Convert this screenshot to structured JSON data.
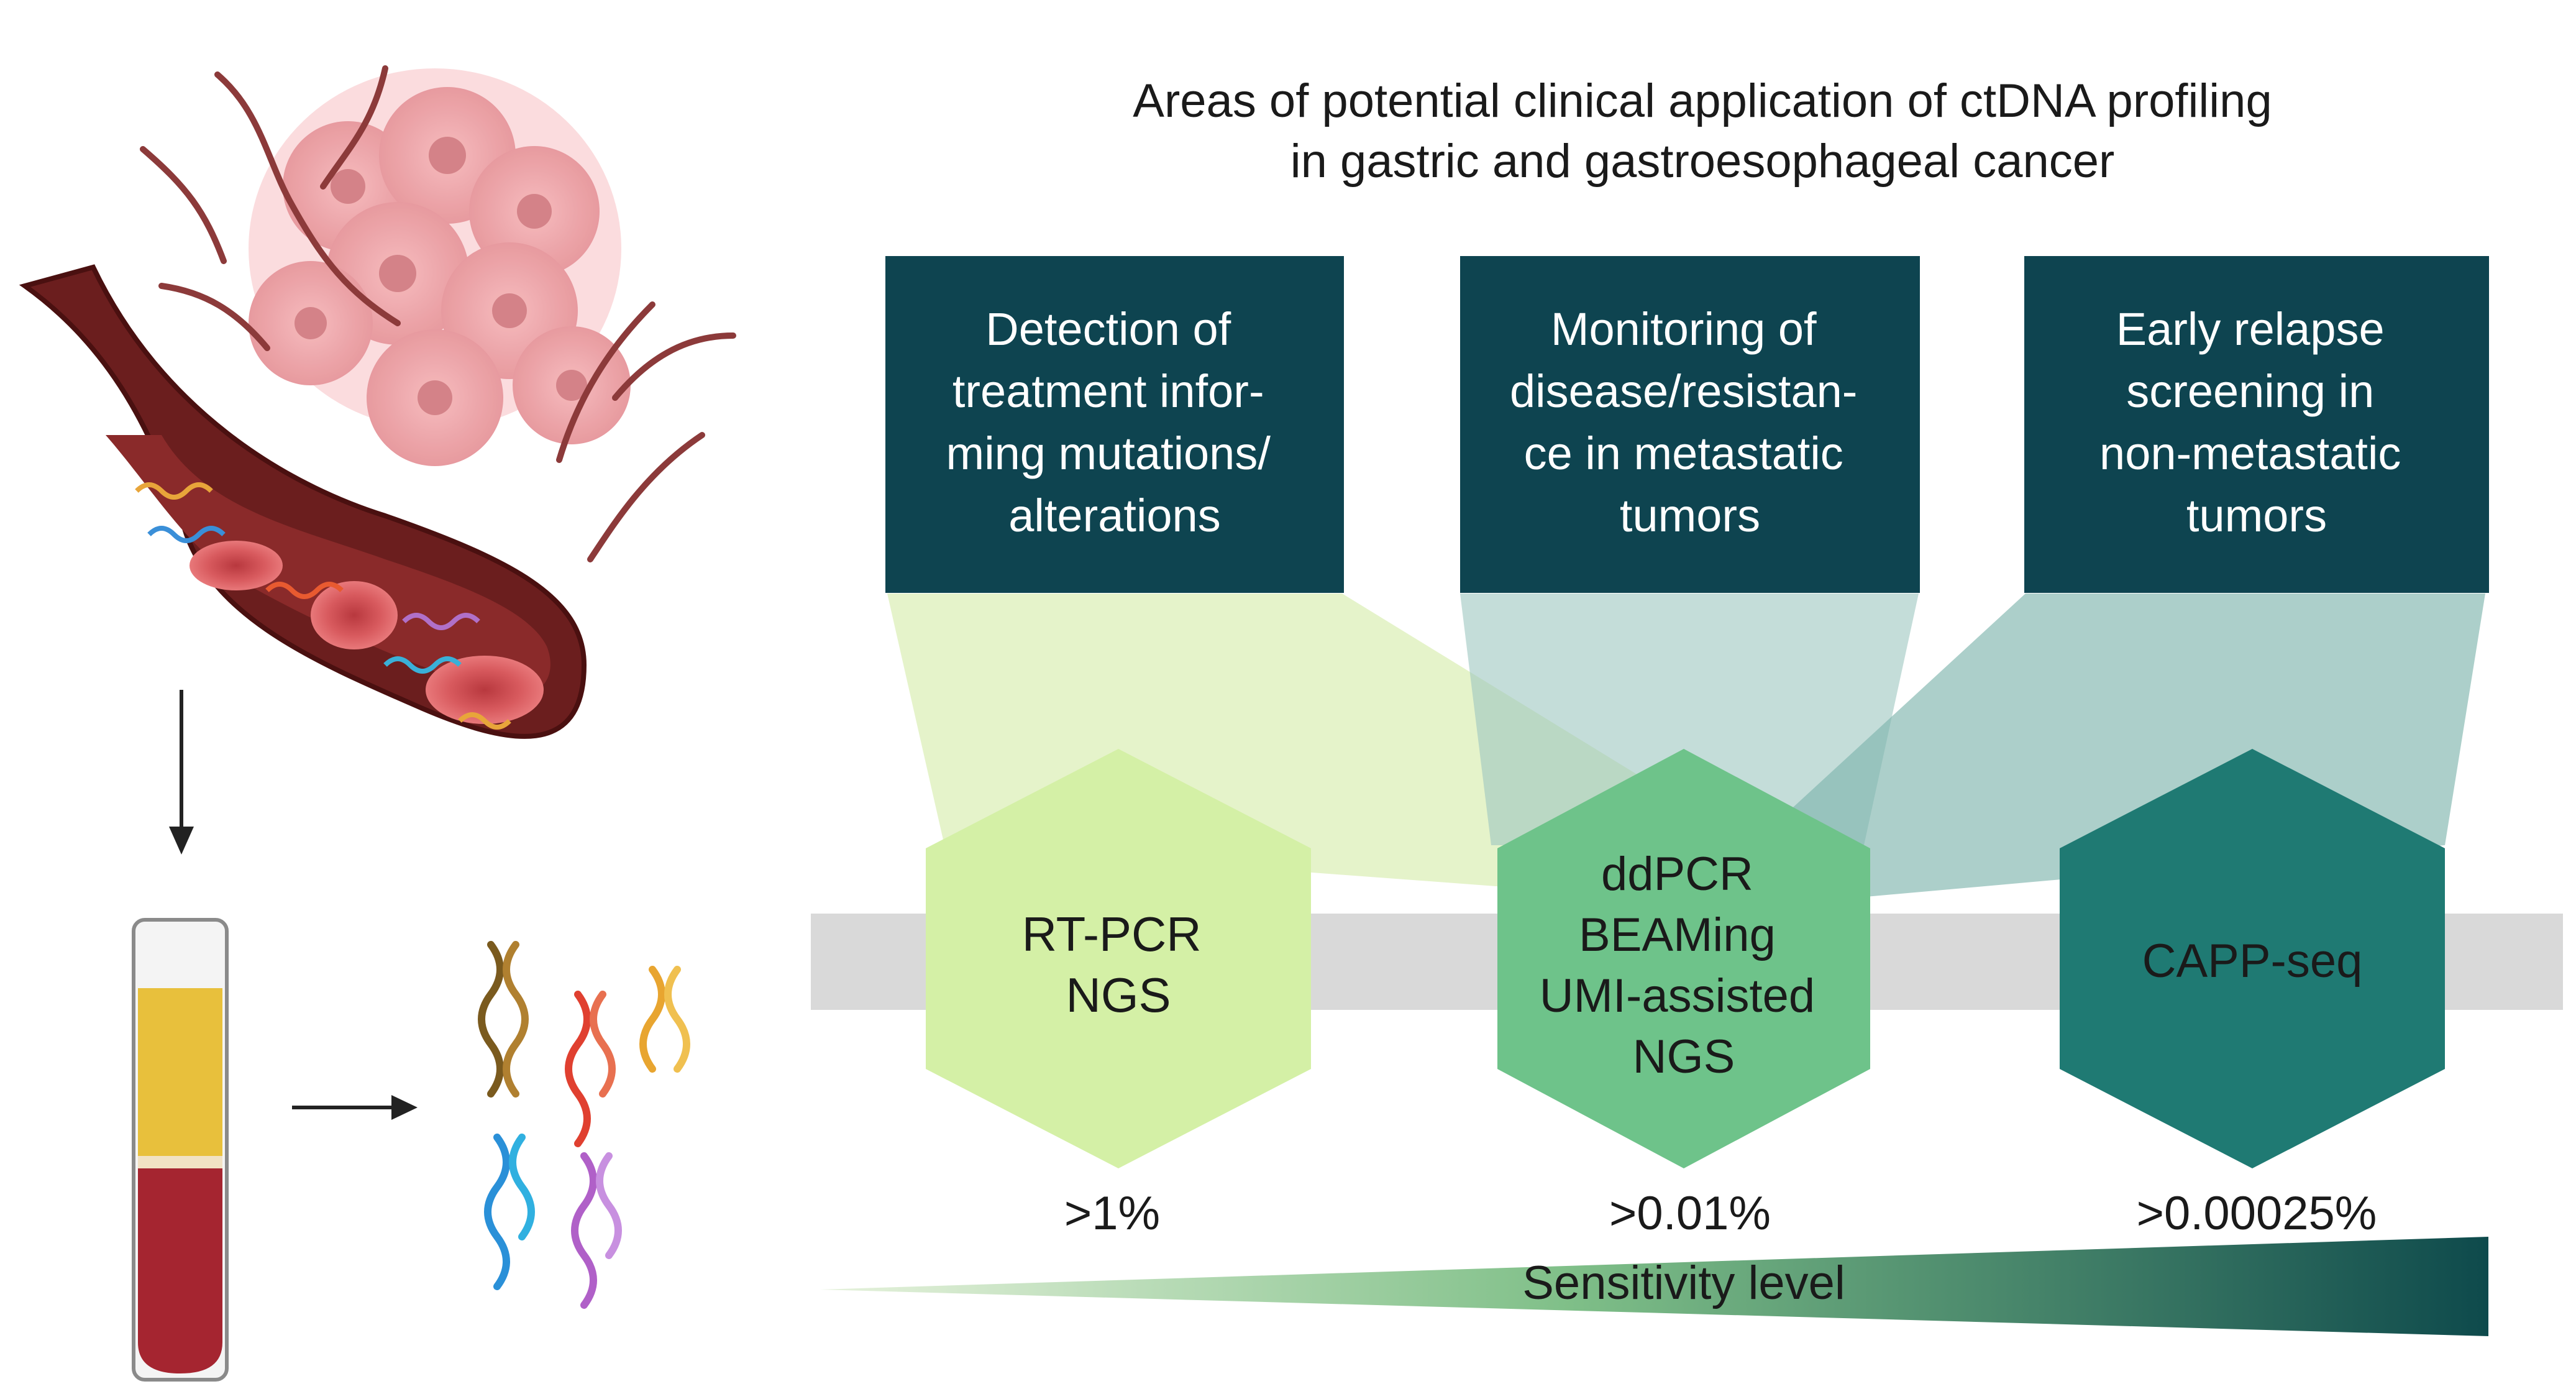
{
  "title": {
    "line1": "Areas of potential clinical application of ctDNA profiling",
    "line2": "in gastric and gastroesophageal cancer"
  },
  "application_boxes": [
    {
      "lines": [
        "Detection of",
        "treatment infor-",
        "ming mutations/",
        "alterations"
      ]
    },
    {
      "lines": [
        "Monitoring of",
        "disease/resistan-",
        "ce in metastatic",
        "tumors"
      ]
    },
    {
      "lines": [
        "Early relapse",
        "screening in",
        "non-metastatic",
        "tumors"
      ]
    }
  ],
  "methods": [
    {
      "lines": [
        "RT-PCR",
        "NGS"
      ],
      "threshold": ">1%"
    },
    {
      "lines": [
        "ddPCR",
        "BEAMing",
        "UMI-assisted",
        "NGS"
      ],
      "threshold": ">0.01%"
    },
    {
      "lines": [
        "CAPP-seq"
      ],
      "threshold": ">0.00025%"
    }
  ],
  "sensitivity_label": "Sensitivity level",
  "colors": {
    "box_fill": "#0e4450",
    "hex_light": "#d4f0a6",
    "hex_mid": "#6ec38a",
    "hex_dark": "#1f7a73",
    "band": "#d9d9d9",
    "funnel_light": "#e4f3c8",
    "funnel_teal": "#7fb6ae",
    "triangle_start": "#d8ecc8",
    "triangle_end": "#0e4a4c",
    "tumor": "#f0a8ac",
    "blood_vessel": "#7a2424",
    "plasma": "#e8c03c",
    "blood": "#a52530"
  }
}
